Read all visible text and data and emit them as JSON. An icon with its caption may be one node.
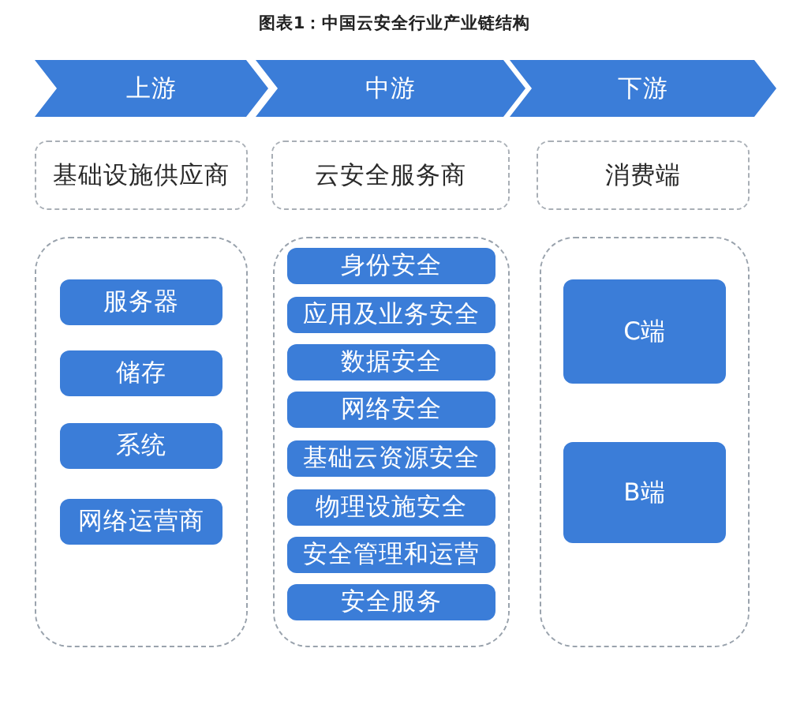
{
  "diagram": {
    "title": "图表1：中国云安全行业产业链结构",
    "nodes": [
      {
        "text": [
          "上游"
        ]
      },
      {
        "text": [
          "中游"
        ]
      },
      {
        "text": [
          "下游"
        ]
      },
      {
        "text": [
          "基础设施供应商"
        ]
      },
      {
        "text": [
          "云安全服务商"
        ]
      },
      {
        "text": [
          "消费端"
        ]
      },
      {
        "text": [],
        "shape": "box"
      },
      {
        "text": [
          "服务器"
        ],
        "in": 6
      },
      {
        "text": [
          "储存"
        ],
        "in": 6
      },
      {
        "text": [
          "系统"
        ],
        "in": 6
      },
      {
        "text": [
          "网络运营商"
        ],
        "in": 6
      },
      {
        "text": [],
        "shape": "box"
      },
      {
        "text": [
          "身份安全"
        ],
        "in": 11
      },
      {
        "text": [
          "应用及业务安全"
        ],
        "in": 11
      },
      {
        "text": [
          "数据安全"
        ],
        "in": 11
      },
      {
        "text": [
          "网络安全"
        ],
        "in": 11
      },
      {
        "text": [
          "基础云资源安全"
        ],
        "in": 11
      },
      {
        "text": [
          "物理设施安全"
        ],
        "in": 11
      },
      {
        "text": [
          "安全管理和运营"
        ],
        "in": 11
      },
      {
        "text": [
          "安全服务"
        ],
        "in": 11
      },
      {
        "text": [],
        "shape": "box"
      },
      {
        "text": [
          "C端"
        ],
        "in": 20
      },
      {
        "text": [
          "B端"
        ],
        "in": 20
      }
    ]
  }
}
